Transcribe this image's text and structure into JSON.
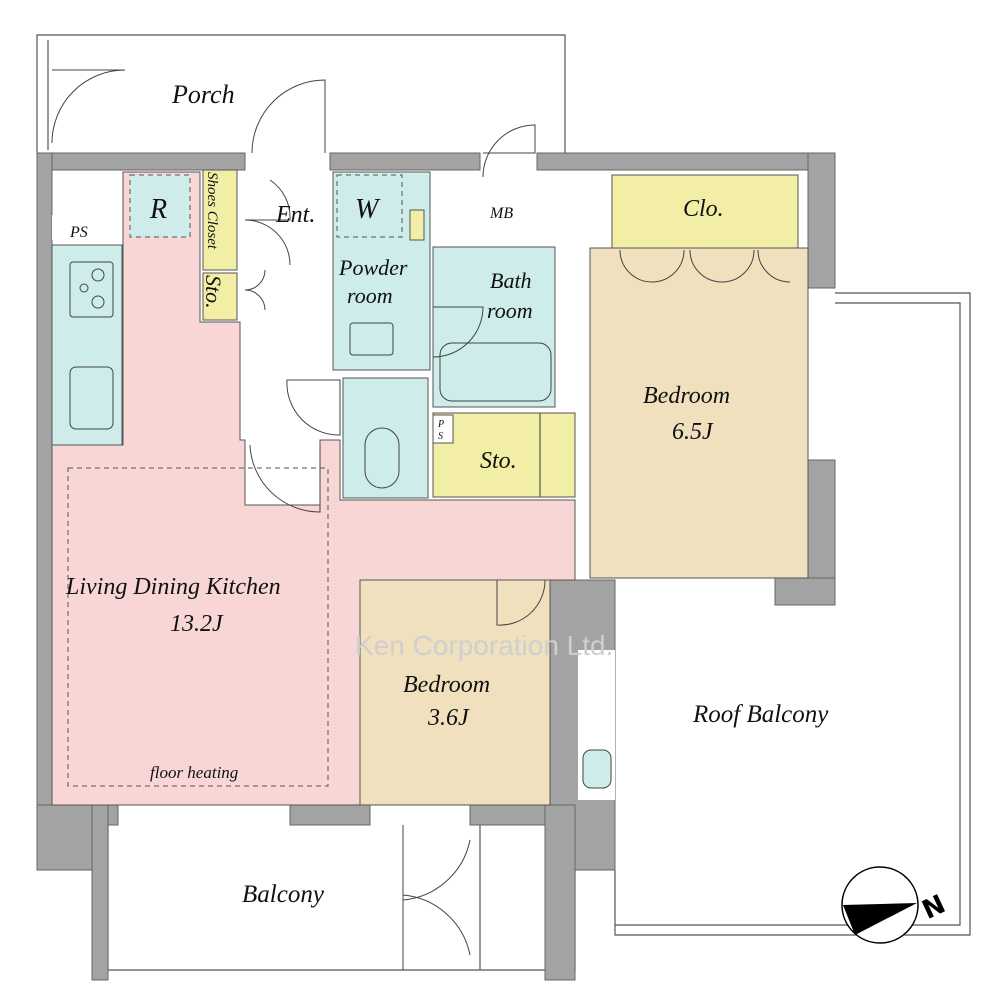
{
  "colors": {
    "living": "#f8d6d6",
    "wet": "#cdecea",
    "storage": "#f3eea6",
    "bedroom": "#f0e0be",
    "wall": "#a3a3a3"
  },
  "labels": {
    "porch": "Porch",
    "entrance": "Ent.",
    "shoes_closet": "Shoes Closet",
    "storage_small": "Sto.",
    "refrigerator": "R",
    "ps_left": "PS",
    "washer": "W",
    "mb": "MB",
    "powder_room_1": "Powder",
    "powder_room_2": "room",
    "bath_room_1": "Bath",
    "bath_room_2": "room",
    "ps_small_1": "P",
    "ps_small_2": "S",
    "storage": "Sto.",
    "closet": "Clo.",
    "bedroom_large": "Bedroom",
    "bedroom_large_size": "6.5J",
    "ldk": "Living Dining Kitchen",
    "ldk_size": "13.2J",
    "floor_heating": "floor heating",
    "bedroom_small": "Bedroom",
    "bedroom_small_size": "3.6J",
    "roof_balcony": "Roof Balcony",
    "balcony": "Balcony",
    "watermark": "Ken Corporation Ltd.",
    "north": "N"
  }
}
